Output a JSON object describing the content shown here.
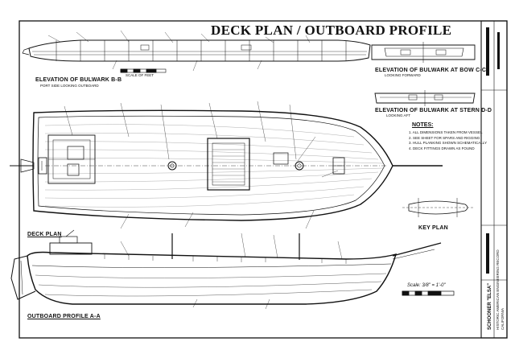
{
  "sheet": {
    "title": "DECK PLAN / OUTBOARD PROFILE",
    "elevation_bb": "ELEVATION OF BULWARK B-B",
    "elevation_bb_sub": "PORT SIDE LOOKING OUTBOARD",
    "elevation_cc": "ELEVATION OF BULWARK AT BOW C-C",
    "elevation_cc_sub": "LOOKING FORWARD",
    "elevation_dd": "ELEVATION OF BULWARK AT STERN D-D",
    "elevation_dd_sub": "LOOKING AFT",
    "deck_plan": "DECK PLAN",
    "outboard_profile": "OUTBOARD PROFILE A-A",
    "key_plan": "KEY PLAN",
    "scale": "Scale: 3/8\" = 1'-0\"",
    "scale_of_feet": "SCALE OF FEET",
    "notes_heading": "NOTES:",
    "notes_text": [
      "1. ALL DIMENSIONS TAKEN FROM VESSEL",
      "2. SEE SHEET FOR SPARS AND RIGGING",
      "3. HULL PLANKING SHOWN SCHEMATICALLY",
      "4. DECK FITTINGS DRAWN AS FOUND"
    ],
    "title_block": [
      "SCHOONER \"ELSA\"",
      "HISTORIC AMERICAN ENGINEERING RECORD",
      "CALIFORNIA"
    ]
  }
}
